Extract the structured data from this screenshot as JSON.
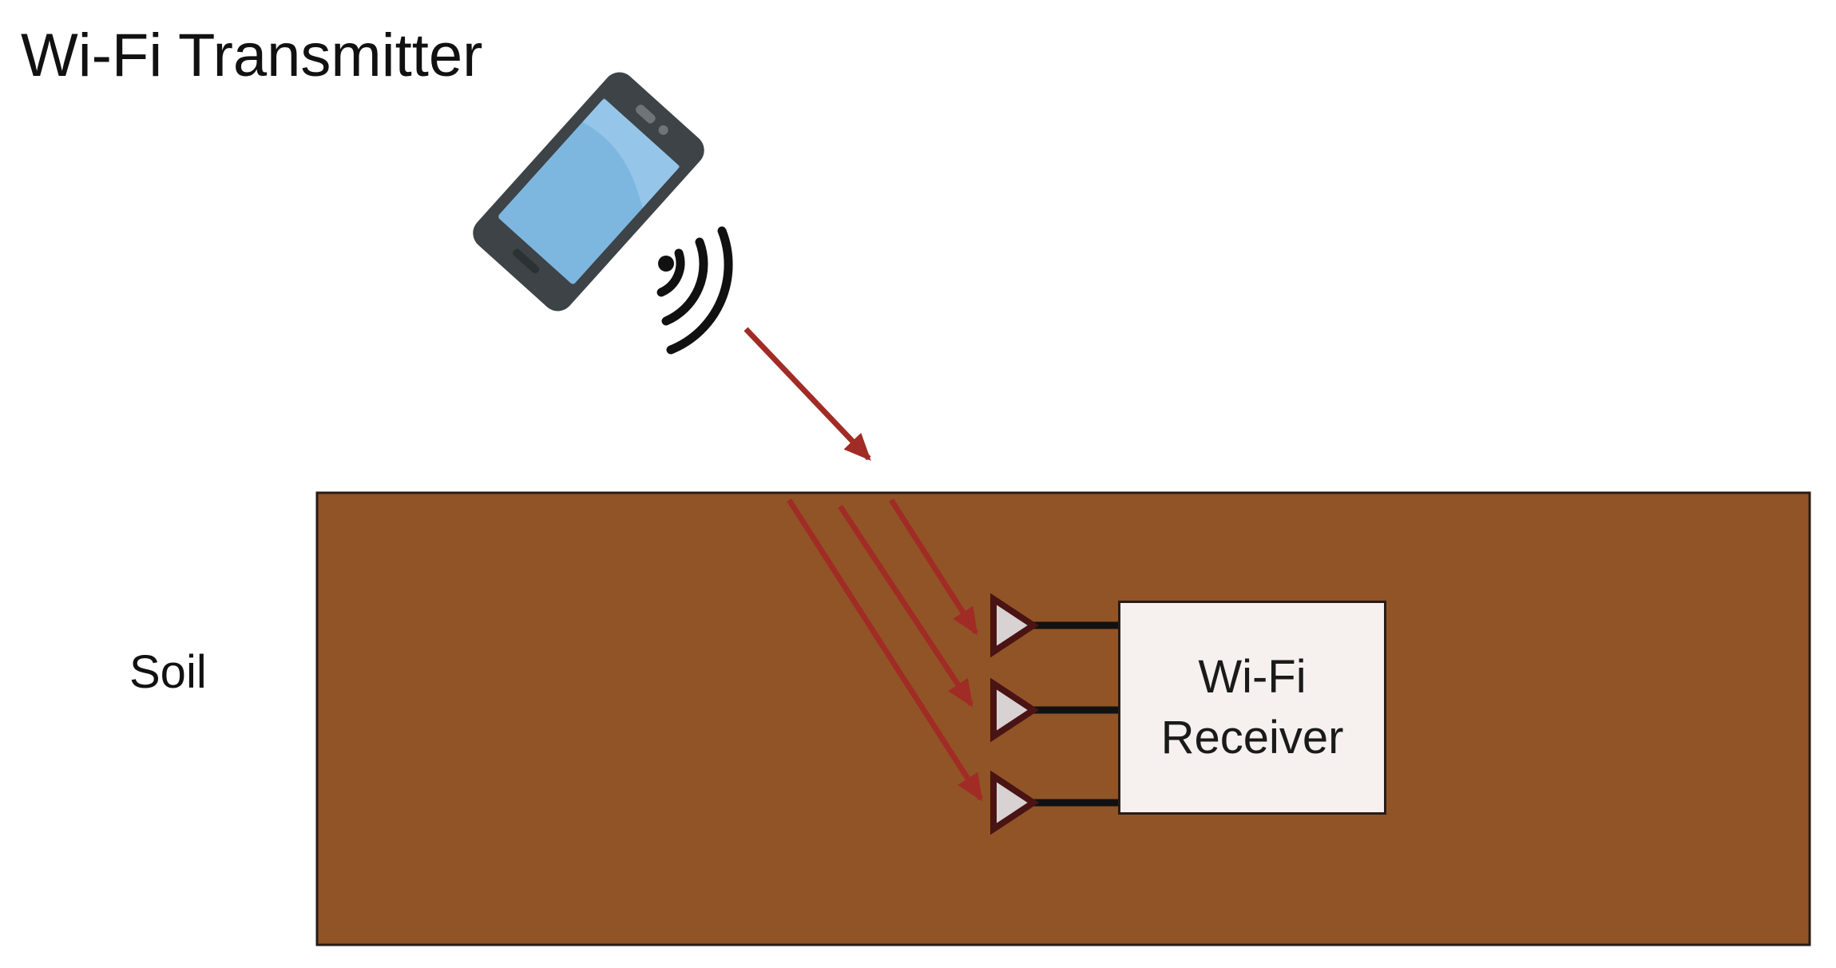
{
  "title": "Wi-Fi Transmitter",
  "soil_label": "Soil",
  "receiver_label": "Wi-Fi Receiver",
  "antenna_count": 3,
  "colors": {
    "background": "#ffffff",
    "soil": "#915426",
    "soil_border": "#2a1b14",
    "signal_arrow": "#a02c25",
    "receiver_fill": "#f6f0ee",
    "antenna_fill": "#d8d2d2",
    "antenna_border": "#4a1414",
    "phone_body": "#3d4346",
    "phone_screen": "#7db7e0"
  },
  "icons": [
    "smartphone-icon",
    "wifi-signal-icon",
    "antenna-icon"
  ]
}
